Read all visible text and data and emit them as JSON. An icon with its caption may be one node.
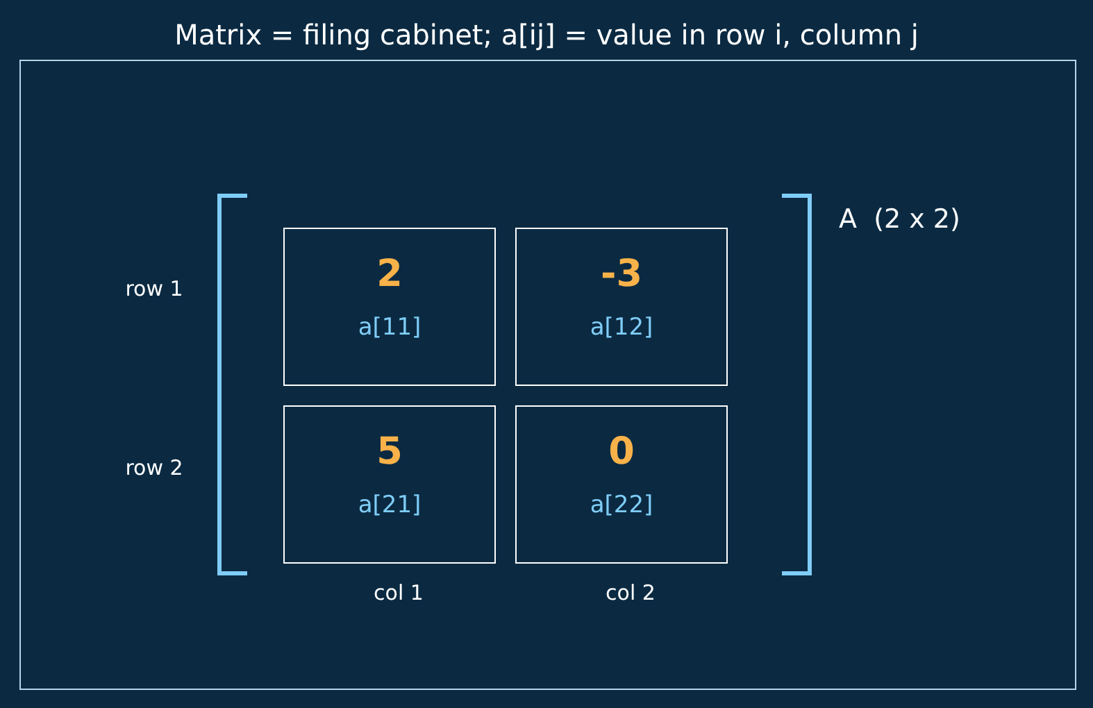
{
  "diagram": {
    "title": "Matrix = filing cabinet; a[ij] = value in row i, column j",
    "nodes": [
      {
        "text": [
          "2",
          "a[11]"
        ]
      },
      {
        "text": [
          "-3",
          "a[12]"
        ]
      },
      {
        "text": [
          "5",
          "a[21]"
        ]
      },
      {
        "text": [
          "0",
          "a[22]"
        ]
      }
    ],
    "labels": [
      "A  (2 x 2)",
      "row 1",
      "row 2",
      "col 1",
      "col 2"
    ]
  }
}
